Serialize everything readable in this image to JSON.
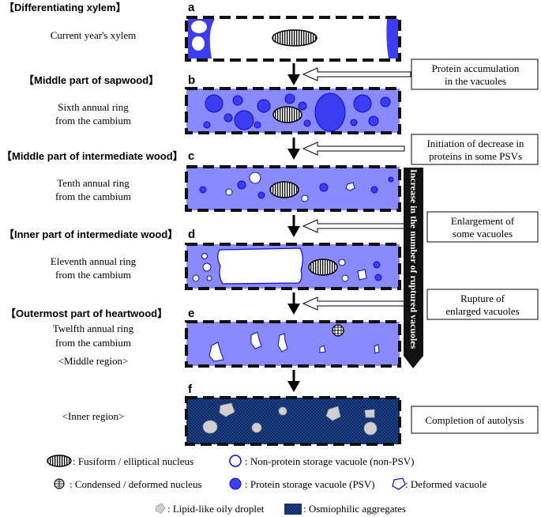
{
  "colors": {
    "psv_fill": "#8a8aff",
    "psv_solid": "#3c3cf0",
    "psv_stroke": "#0a0ad2",
    "aggregate": "#0b2a6b",
    "droplet": "#cfcfcf",
    "cell_wall": "#111111"
  },
  "stages": [
    {
      "letter": "a",
      "header": "【Differentiating xylem】",
      "desc": [
        "Current year's xylem"
      ]
    },
    {
      "letter": "b",
      "header": "【Middle part of sapwood】",
      "desc": [
        "Sixth annual ring",
        "from the cambium"
      ]
    },
    {
      "letter": "c",
      "header": "【Middle part of intermediate wood】",
      "desc": [
        "Tenth annual ring",
        "from the cambium"
      ]
    },
    {
      "letter": "d",
      "header": "【Inner part of intermediate wood】",
      "desc": [
        "Eleventh annual ring",
        "from the cambium"
      ]
    },
    {
      "letter": "e",
      "header": "【Outermost part of heartwood】",
      "desc": [
        "Twelfth annual ring",
        "from the cambium",
        "<Middle region>"
      ]
    },
    {
      "letter": "f",
      "header": "",
      "desc": [
        "<Inner region>"
      ]
    }
  ],
  "events": [
    [
      "Protein accumulation",
      "in the vacuoles"
    ],
    [
      "Initiation of decrease in",
      "proteins in some PSVs"
    ],
    [
      "Enlargement of",
      "some vacuoles"
    ],
    [
      "Rupture of",
      "enlarged vacuoles"
    ],
    [
      "Completion of autolysis"
    ]
  ],
  "side_label": "Increase in the number of ruptured vacuoles",
  "legend": {
    "fusiform": ": Fusiform / elliptical nucleus",
    "non_psv": ": Non-protein storage vacuole (non-PSV)",
    "condensed": ": Condensed / deformed nucleus",
    "psv": ": Protein storage vacuole (PSV)",
    "deformed": ": Deformed vacuole",
    "lipid": ": Lipid-like oily droplet",
    "aggregates": ": Osmiophilic aggregates"
  }
}
